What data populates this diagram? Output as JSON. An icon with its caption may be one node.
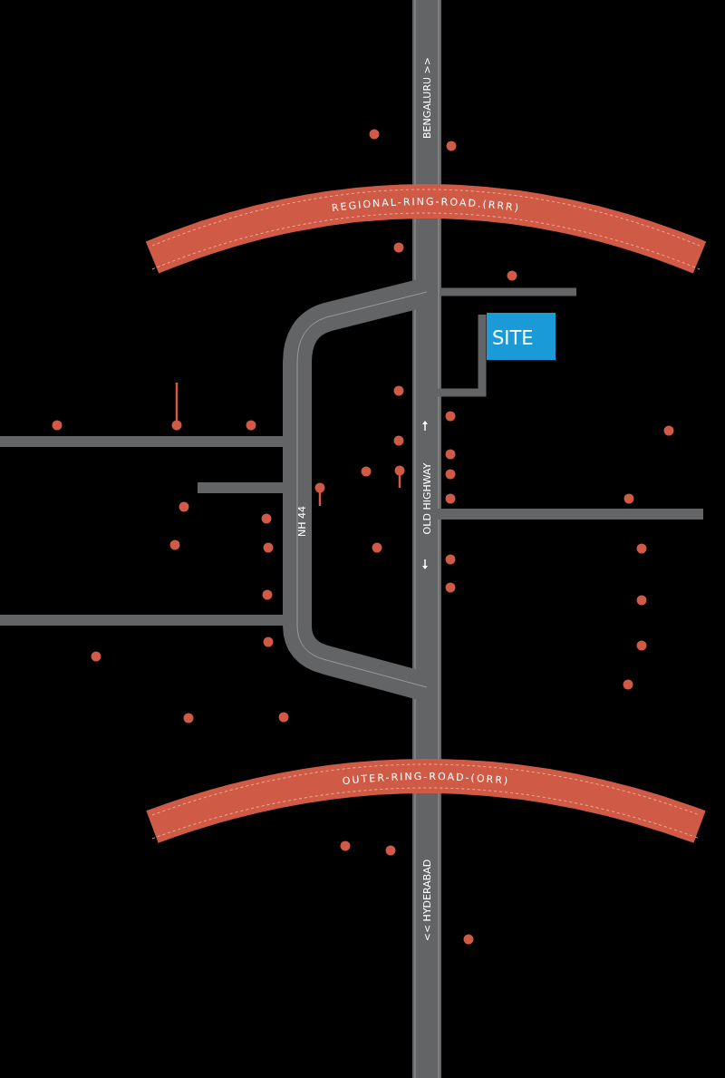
{
  "diagram": {
    "nodes": [
      {
        "text": [
          "REGIONAL-RING-ROAD.(RRR)"
        ]
      },
      {
        "text": [
          "SITE"
        ]
      },
      {
        "text": [
          "OUTER-RING-ROAD-(ORR)"
        ]
      }
    ],
    "edges": [],
    "labels": [
      "BENGALURU >>",
      "OLD HIGHWAY",
      "NH 44",
      "<< HYDERABAD"
    ]
  }
}
